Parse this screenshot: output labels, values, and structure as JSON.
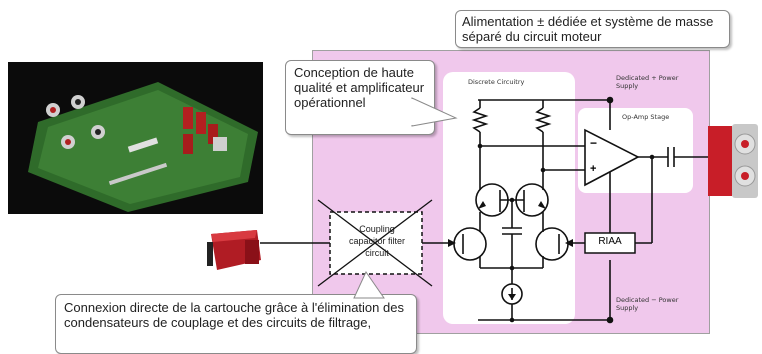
{
  "callouts": {
    "power": "Alimentation ± dédiée et système de masse séparé du circuit moteur",
    "design": "Conception de haute qualité et amplificateur opérationnel",
    "direct": "Connexion directe de la cartouche grâce à l'élimination des condensateurs de couplage et des circuits de filtrage,"
  },
  "labels": {
    "discrete": "Discrete Circuitry",
    "dedicated_plus": "Dedicated + Power Supply",
    "dedicated_minus": "Dedicated − Power Supply",
    "opamp_stage": "Op-Amp Stage",
    "riaa": "RIAA",
    "coupling": "Coupling capacitor filter circuit",
    "opamp_minus": "−",
    "opamp_plus": "+"
  },
  "colors": {
    "panel": "#f0c8ec",
    "board": "#2f6b2a",
    "cartridge": "#c0202a",
    "jack": "#c81e28"
  }
}
